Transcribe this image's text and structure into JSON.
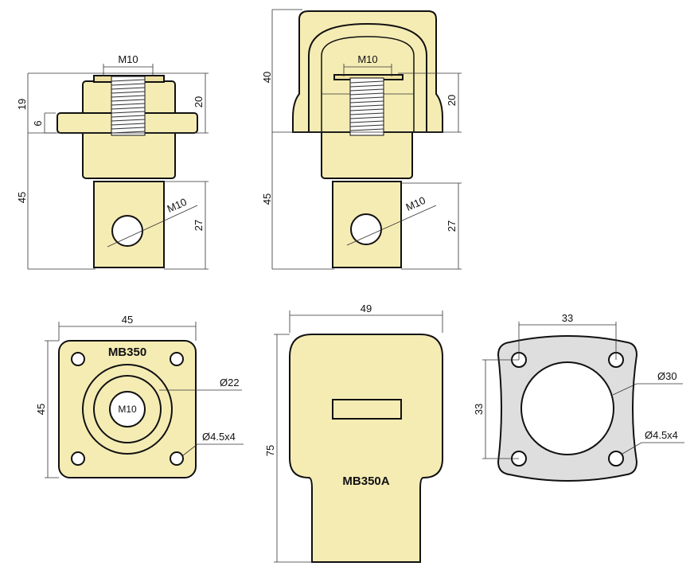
{
  "labels": {
    "m10": "M10",
    "d19": "19",
    "d6": "6",
    "d20": "20",
    "d45": "45",
    "d27": "27",
    "d40": "40",
    "d49": "49",
    "d33": "33",
    "d75": "75",
    "dia22": "Ø22",
    "dia30": "Ø30",
    "dia45x4": "Ø4.5x4",
    "mb350": "MB350",
    "mb350a": "MB350A"
  },
  "colors": {
    "part_fill": "#f5ecb4",
    "gasket_fill": "#dedede",
    "outline": "#111111"
  }
}
